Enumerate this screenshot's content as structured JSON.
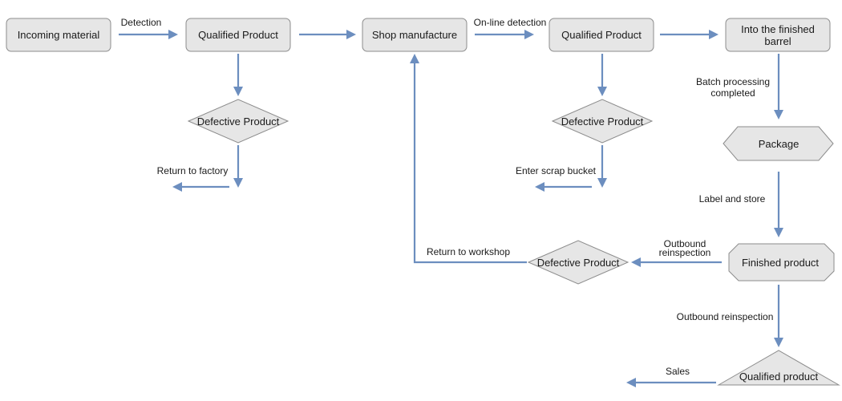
{
  "nodes": {
    "incoming_material": "Incoming material",
    "qualified_product_1": "Qualified Product",
    "defective_product_1": "Defective Product",
    "shop_manufacture": "Shop manufacture",
    "qualified_product_2": "Qualified Product",
    "defective_product_2": "Defective Product",
    "finished_barrel": [
      "Into the finished",
      "barrel"
    ],
    "package": "Package",
    "finished_product": "Finished product",
    "defective_product_3": "Defective Product",
    "qualified_product_3": "Qualified product"
  },
  "edges": {
    "detection": "Detection",
    "online_detection": "On-line detection",
    "return_to_factory": "Return to factory",
    "enter_scrap_bucket": "Enter scrap bucket",
    "batch_processing": [
      "Batch processing",
      "completed"
    ],
    "label_and_store": "Label and store",
    "outbound_reinspection_short": [
      "Outbound",
      "reinspection"
    ],
    "return_to_workshop": "Return to workshop",
    "outbound_reinspection": "Outbound reinspection",
    "sales": "Sales"
  },
  "colors": {
    "node_fill": "#e6e6e6",
    "node_stroke": "#8c8c8c",
    "edge": "#6c8ebf"
  }
}
